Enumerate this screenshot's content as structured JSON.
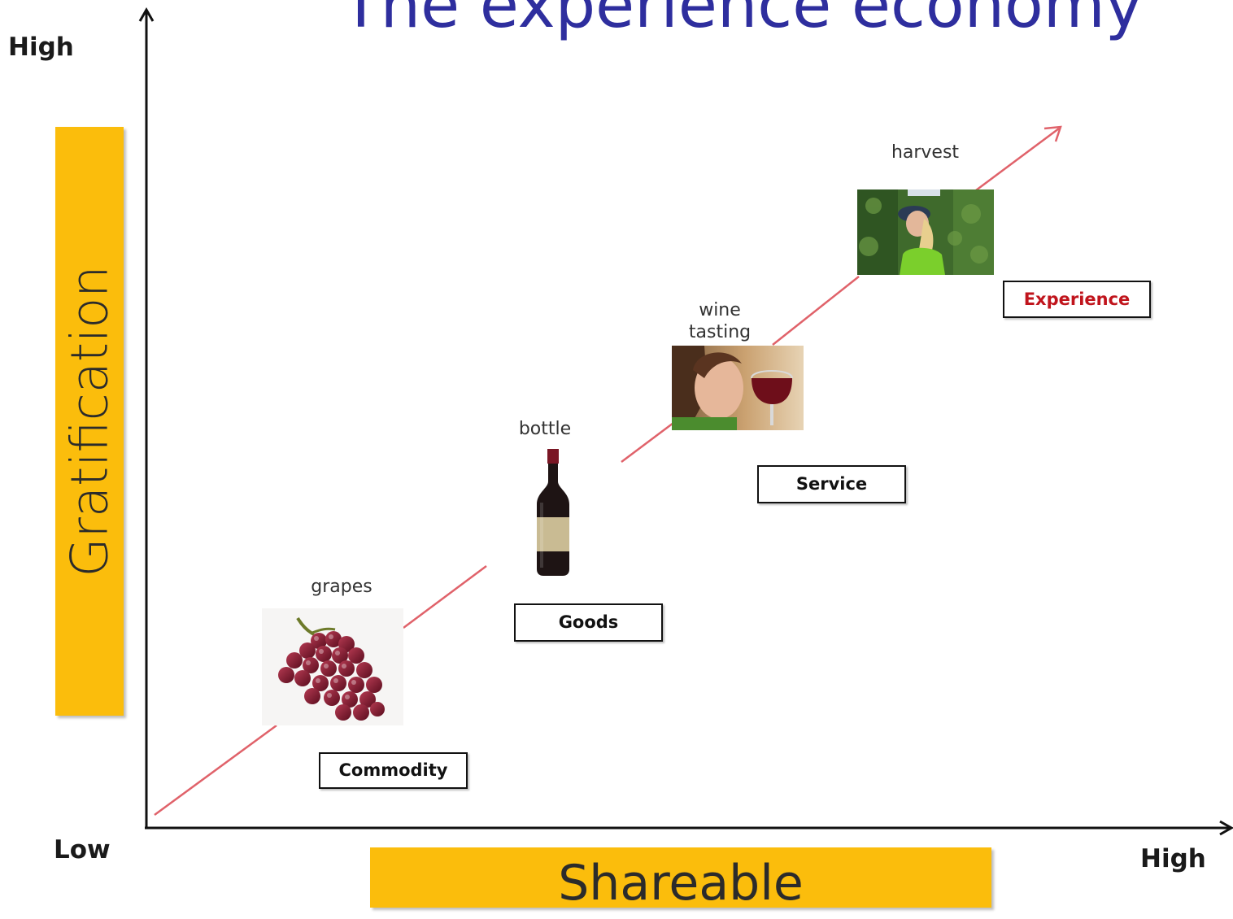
{
  "title": "The experience economy",
  "axes": {
    "y_high": "High",
    "x_low": "Low",
    "x_high": "High",
    "y_label": "Gratification",
    "x_label": "Shareable"
  },
  "stages": {
    "commodity": "Commodity",
    "goods": "Goods",
    "service": "Service",
    "experience": "Experience"
  },
  "items": {
    "grapes": "grapes",
    "bottle": "bottle",
    "wine_tasting_line1": "wine",
    "wine_tasting_line2": "tasting",
    "harvest": "harvest"
  },
  "colors": {
    "title": "#2e2e9e",
    "band": "#fbbd0c",
    "experience_text": "#c0141c",
    "trend_line": "#e0626a"
  },
  "images": {
    "grapes": "grapes-photo",
    "bottle": "wine-bottle-photo",
    "wine_tasting": "woman-tasting-wine-photo",
    "harvest": "vineyard-worker-photo"
  }
}
